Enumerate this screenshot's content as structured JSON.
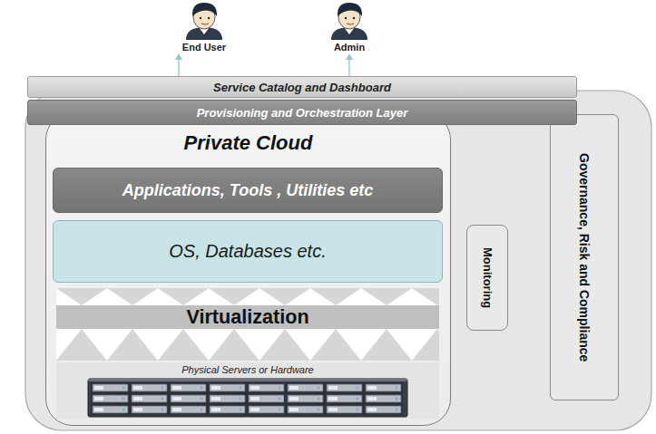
{
  "diagram": {
    "nodes": [
      {
        "text": [
          "Service Catalog and Dashboard"
        ]
      },
      {
        "text": [
          "Provisioning and Orchestration Layer"
        ]
      },
      {
        "text": [
          "Private Cloud"
        ]
      },
      {
        "text": [
          "Applications, Tools , Utilities etc"
        ],
        "in": 2
      },
      {
        "text": [
          "OS, Databases etc."
        ],
        "in": 2
      },
      {
        "text": [
          "Virtualization"
        ],
        "in": 2
      },
      {
        "text": [
          "Physical Servers or Hardware"
        ],
        "in": 2
      },
      {
        "text": [
          "Monitoring"
        ]
      },
      {
        "text": [
          "Governance, Risk and Compliance"
        ]
      }
    ],
    "labels": [
      "End User",
      "Admin"
    ]
  }
}
